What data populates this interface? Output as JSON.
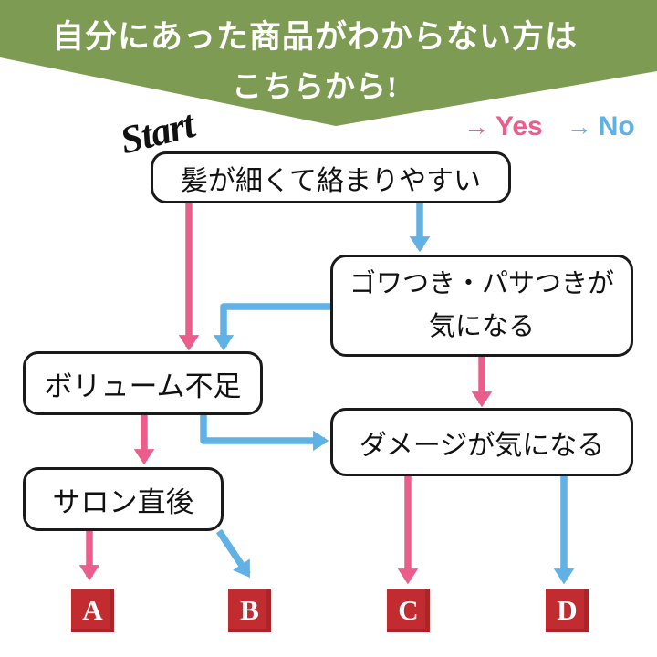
{
  "banner": {
    "line1": "自分にあった商品がわからない方は",
    "line2": "こちらから!"
  },
  "legend": {
    "yes": {
      "arrow": "→",
      "label": "Yes"
    },
    "no": {
      "arrow": "→",
      "label": "No"
    }
  },
  "start_label": "Start",
  "flowchart": {
    "nodes": [
      {
        "id": "q1",
        "label": "髪が細くて絡まりやすい"
      },
      {
        "id": "q2",
        "lines": [
          "ゴワつき・パサつきが",
          "気になる"
        ]
      },
      {
        "id": "q3",
        "label": "ボリューム不足"
      },
      {
        "id": "q4",
        "label": "ダメージが気になる"
      },
      {
        "id": "q5",
        "label": "サロン直後"
      }
    ],
    "results": [
      {
        "label": "A"
      },
      {
        "label": "B"
      },
      {
        "label": "C"
      },
      {
        "label": "D"
      }
    ]
  },
  "colors": {
    "banner_green": "#7d9b52",
    "yes_pink": "#eb5e8c",
    "no_blue": "#5fb1e6",
    "result_red": "#c22b30"
  }
}
